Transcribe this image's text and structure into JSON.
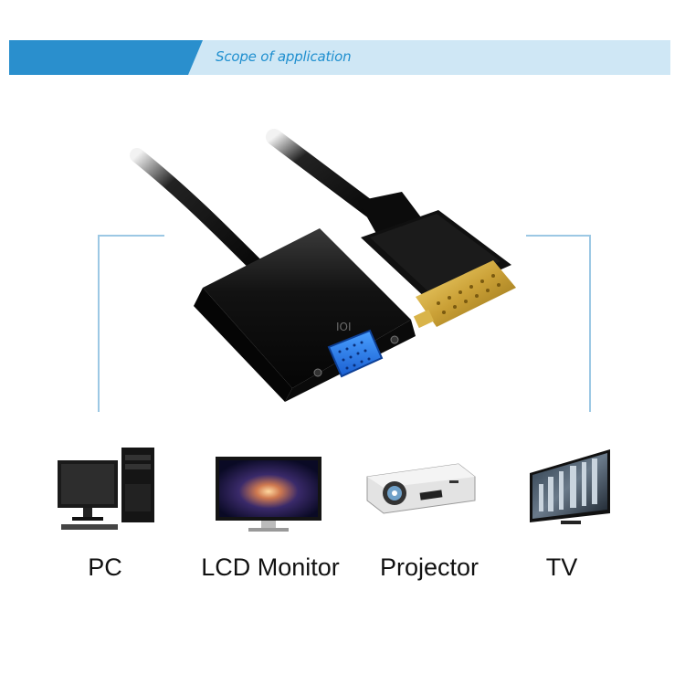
{
  "banner": {
    "title": "Scope of application"
  },
  "applications": [
    {
      "label": "PC",
      "icon": "pc-icon"
    },
    {
      "label": "LCD Monitor",
      "icon": "lcd-monitor-icon"
    },
    {
      "label": "Projector",
      "icon": "projector-icon"
    },
    {
      "label": "TV",
      "icon": "tv-icon"
    }
  ],
  "colors": {
    "banner_dark": "#2a8fcd",
    "banner_light": "#cfe7f5",
    "text": "#1f8fcf",
    "bracket": "#9cc8e4"
  }
}
